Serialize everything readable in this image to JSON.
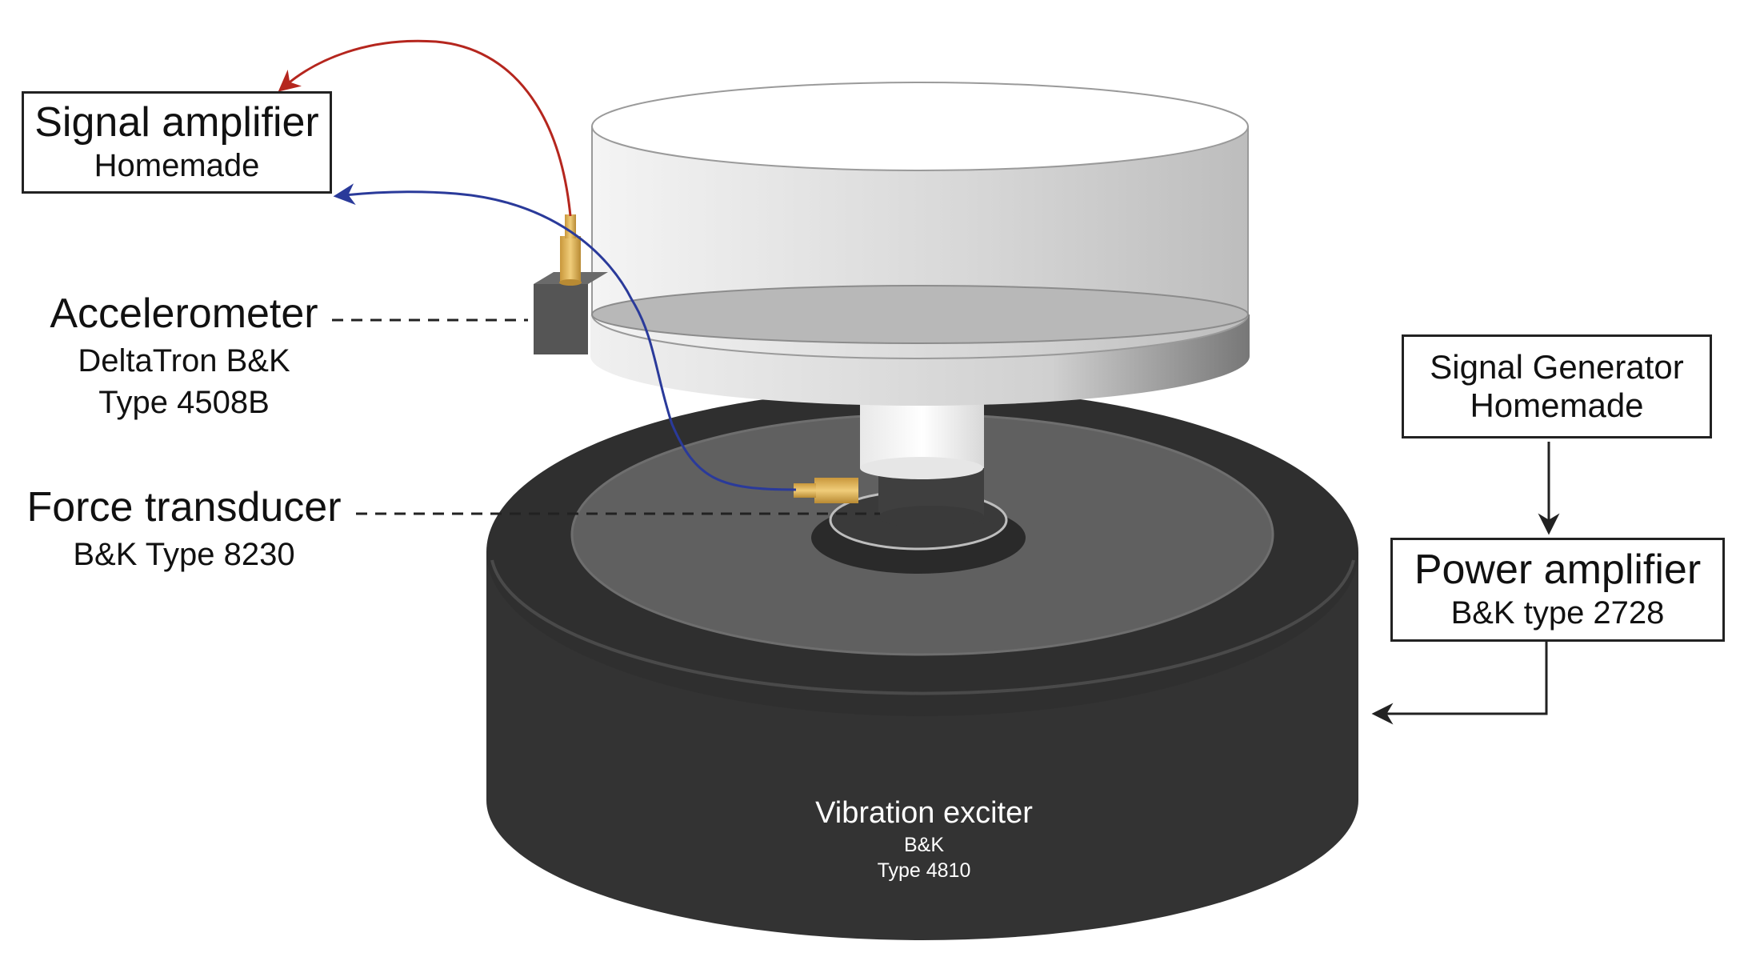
{
  "signal_amplifier": {
    "title": "Signal amplifier",
    "subtitle": "Homemade"
  },
  "signal_generator": {
    "title": "Signal Generator",
    "subtitle": "Homemade"
  },
  "power_amplifier": {
    "title": "Power amplifier",
    "subtitle": "B&K type 2728"
  },
  "accelerometer": {
    "title": "Accelerometer",
    "line1": "DeltaTron B&K",
    "line2": "Type 4508B"
  },
  "force_transducer": {
    "title": "Force transducer",
    "line1": "B&K Type 8230"
  },
  "vibration_exciter": {
    "title": "Vibration exciter",
    "line1": "B&K",
    "line2": "Type 4810"
  },
  "colors": {
    "exciter_body": "#333333",
    "exciter_top": "#5f5f5f",
    "container": "#e6e6e6",
    "sensor_gold": "#d9b25a",
    "cable_red": "#b5261e",
    "cable_blue": "#2a3a9a",
    "accelerometer_block": "#555555"
  }
}
